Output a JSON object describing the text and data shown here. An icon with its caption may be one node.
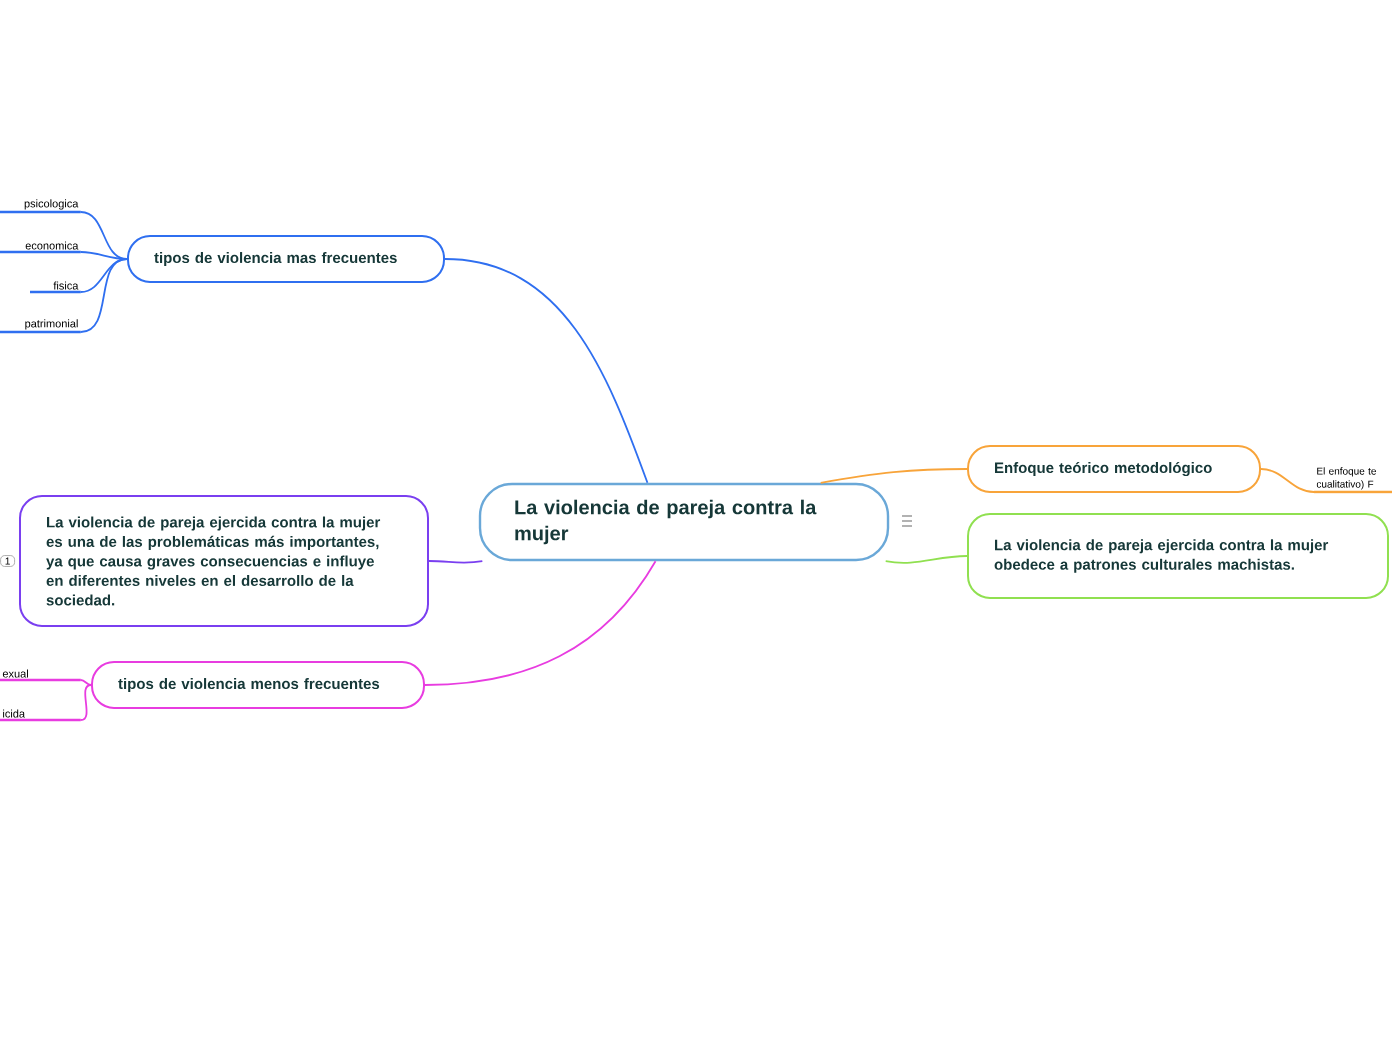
{
  "diagram": {
    "nodes": [
      {
        "text": [
          "La violencia de pareja contra la mujer"
        ]
      },
      {
        "text": [
          "tipos de violencia mas frecuentes"
        ]
      },
      {
        "text": [
          "psicologica"
        ]
      },
      {
        "text": [
          "economica"
        ]
      },
      {
        "text": [
          "fisica"
        ]
      },
      {
        "text": [
          "patrimonial"
        ]
      },
      {
        "text": [
          "La violencia de pareja ejercida contra la mujer es una de las problemáticas más importantes, ya que causa graves consecuencias e influye en diferentes niveles en el desarrollo de la sociedad."
        ],
        "beside": [
          "1"
        ]
      },
      {
        "text": [
          "tipos de violencia menos frecuentes"
        ]
      },
      {
        "text": [
          "exual"
        ]
      },
      {
        "text": [
          "icida"
        ]
      },
      {
        "text": [
          "Enfoque teórico metodológico"
        ]
      },
      {
        "text": [
          "El enfoque te cualitativo) F"
        ]
      },
      {
        "text": [
          "La violencia de pareja ejercida contra la mujer obedece a patrones culturales machistas."
        ]
      }
    ],
    "edges": [
      {
        "from": 0,
        "to": 1,
        "arrow": "none",
        "color": "#2f6ff0"
      },
      {
        "from": 1,
        "to": 2,
        "arrow": "none",
        "color": "#2f6ff0"
      },
      {
        "from": 1,
        "to": 3,
        "arrow": "none",
        "color": "#2f6ff0"
      },
      {
        "from": 1,
        "to": 4,
        "arrow": "none",
        "color": "#2f6ff0"
      },
      {
        "from": 1,
        "to": 5,
        "arrow": "none",
        "color": "#2f6ff0"
      },
      {
        "from": 0,
        "to": 6,
        "arrow": "none",
        "color": "#7a3ff0"
      },
      {
        "from": 0,
        "to": 7,
        "arrow": "none",
        "color": "#e83ce0"
      },
      {
        "from": 7,
        "to": 8,
        "arrow": "none",
        "color": "#e83ce0"
      },
      {
        "from": 7,
        "to": 9,
        "arrow": "none",
        "color": "#e83ce0"
      },
      {
        "from": 0,
        "to": 10,
        "arrow": "none",
        "color": "#f8a43a"
      },
      {
        "from": 10,
        "to": 11,
        "arrow": "none",
        "color": "#f8a43a"
      },
      {
        "from": 0,
        "to": 12,
        "arrow": "none",
        "color": "#90e050"
      }
    ]
  }
}
